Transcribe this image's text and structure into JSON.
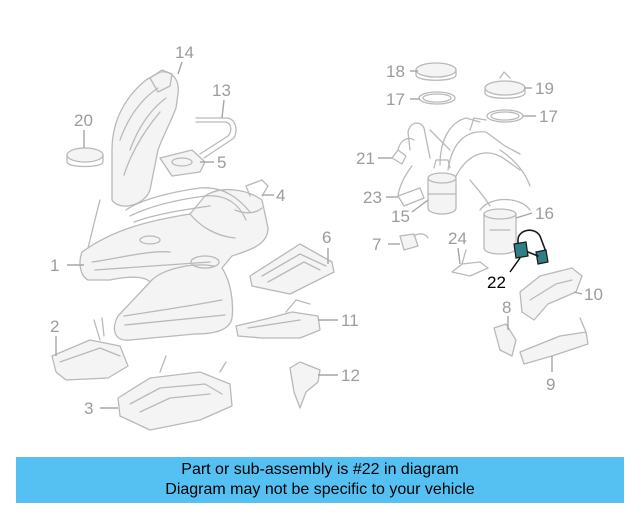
{
  "diagram": {
    "callouts": [
      {
        "id": "1",
        "label": "1"
      },
      {
        "id": "2",
        "label": "2"
      },
      {
        "id": "3",
        "label": "3"
      },
      {
        "id": "4",
        "label": "4"
      },
      {
        "id": "5",
        "label": "5"
      },
      {
        "id": "6",
        "label": "6"
      },
      {
        "id": "7",
        "label": "7"
      },
      {
        "id": "8",
        "label": "8"
      },
      {
        "id": "9",
        "label": "9"
      },
      {
        "id": "10",
        "label": "10"
      },
      {
        "id": "11",
        "label": "11"
      },
      {
        "id": "12",
        "label": "12"
      },
      {
        "id": "13",
        "label": "13"
      },
      {
        "id": "14",
        "label": "14"
      },
      {
        "id": "15",
        "label": "15"
      },
      {
        "id": "16",
        "label": "16"
      },
      {
        "id": "17a",
        "label": "17"
      },
      {
        "id": "17b",
        "label": "17"
      },
      {
        "id": "18",
        "label": "18"
      },
      {
        "id": "19",
        "label": "19"
      },
      {
        "id": "20",
        "label": "20"
      },
      {
        "id": "21",
        "label": "21"
      },
      {
        "id": "22",
        "label": "22"
      },
      {
        "id": "23",
        "label": "23"
      },
      {
        "id": "24",
        "label": "24"
      }
    ],
    "highlighted_part": "22",
    "colors": {
      "line": "#b9b9b9",
      "highlight": "#1a1a1a",
      "banner": "#55c1f3"
    }
  },
  "banner": {
    "line1": "Part or sub-assembly is #22 in diagram",
    "line2": "Diagram may not be specific to your vehicle"
  }
}
